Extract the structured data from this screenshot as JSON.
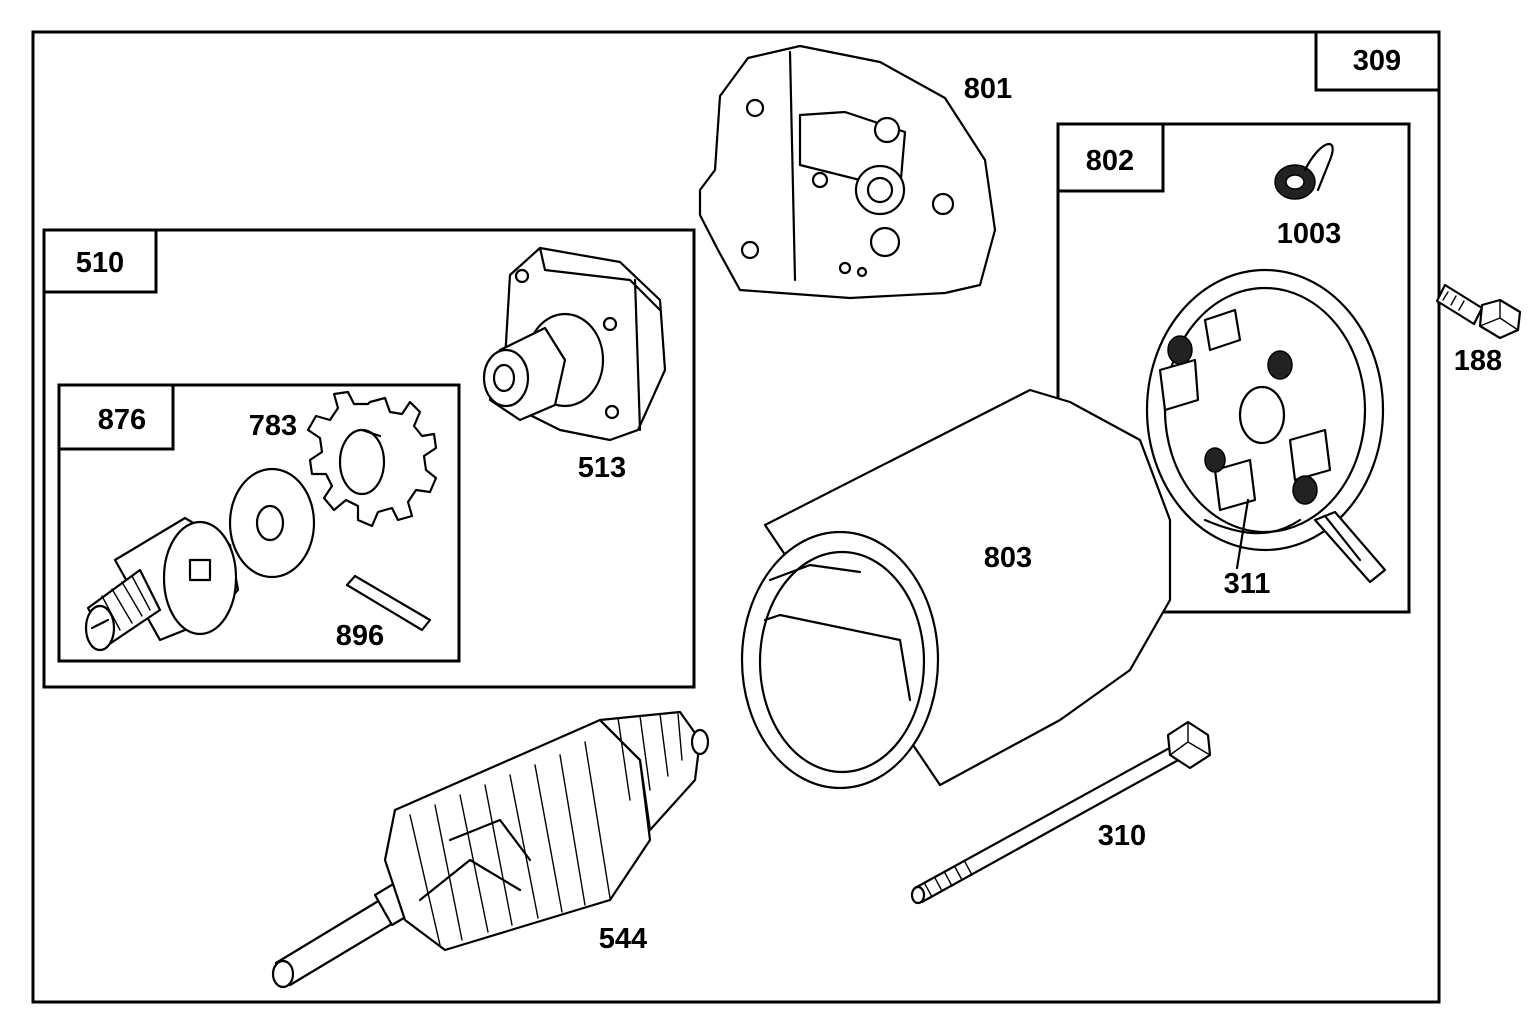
{
  "assembly": {
    "number": "309"
  },
  "callouts": {
    "p801": "801",
    "p802": "802",
    "p1003": "1003",
    "p188": "188",
    "p510": "510",
    "p513": "513",
    "p876": "876",
    "p783": "783",
    "p896": "896",
    "p803": "803",
    "p311": "311",
    "p310": "310",
    "p544": "544"
  },
  "colors": {
    "line": "#000000",
    "background": "#ffffff"
  }
}
